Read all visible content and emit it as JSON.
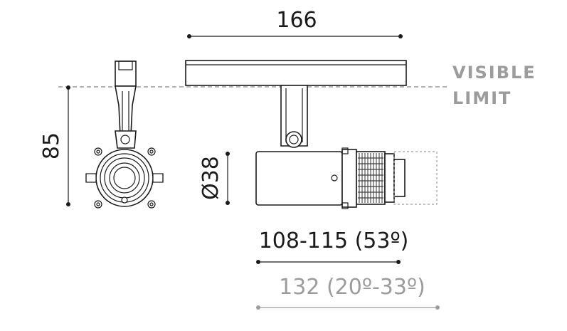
{
  "dimensions": {
    "width_top": "166",
    "height_side": "85",
    "diameter": "Ø38",
    "length_narrow": "108-115 (53º)",
    "length_wide": "132 (20º-33º)"
  },
  "visible_limit": {
    "line1": "VISIBLE",
    "line2": "LIMIT"
  },
  "colors": {
    "line": "#1a1a1a",
    "muted": "#9c9c9c"
  }
}
